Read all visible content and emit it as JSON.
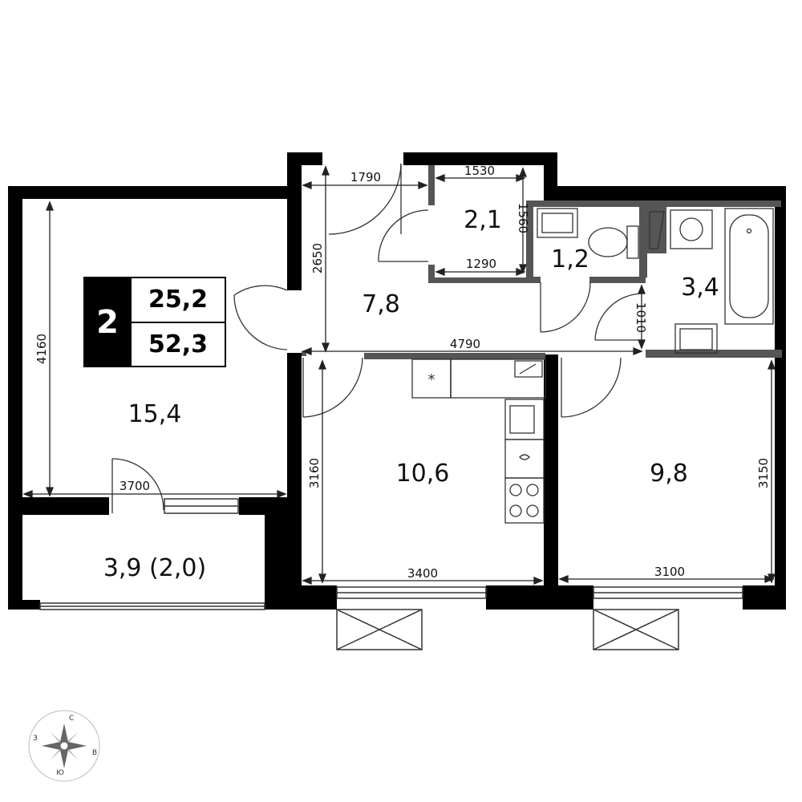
{
  "summary": {
    "rooms": "2",
    "living_area": "25,2",
    "total_area": "52,3"
  },
  "rooms": {
    "living_room": "15,4",
    "balcony": "3,9 (2,0)",
    "hall": "7,8",
    "storage": "2,1",
    "toilet": "1,2",
    "bathroom": "3,4",
    "kitchen": "10,6",
    "bedroom": "9,8"
  },
  "dimensions": {
    "living_height": "4160",
    "living_width": "3700",
    "hall_top": "1790",
    "hall_height": "2650",
    "corridor_width": "4790",
    "storage_top": "1530",
    "storage_height": "1560",
    "storage_bottom": "1290",
    "bath_gap": "1010",
    "kitchen_height": "3160",
    "kitchen_width": "3400",
    "bedroom_height": "3150",
    "bedroom_width": "3100"
  },
  "compass": {
    "north": "С",
    "east": "В",
    "south": "Ю",
    "west": "З"
  }
}
